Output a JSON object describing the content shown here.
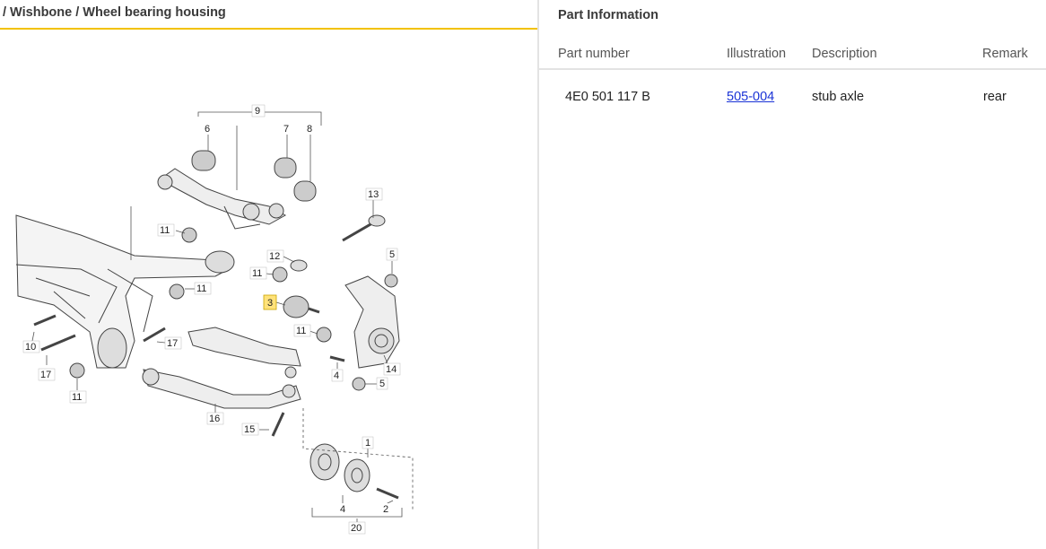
{
  "breadcrumb": "/ Wishbone / Wheel bearing housing",
  "part_info": {
    "title": "Part Information",
    "columns": {
      "part_number": "Part number",
      "illustration": "Illustration",
      "description": "Description",
      "remark": "Remark"
    },
    "rows": [
      {
        "part_number": "4E0 501 117 B",
        "illustration": "505-004",
        "description": "stub axle",
        "remark": "rear"
      }
    ]
  },
  "diagram": {
    "labels": {
      "l9": "9",
      "l6": "6",
      "l7": "7",
      "l8": "8",
      "l13": "13",
      "l11a": "11",
      "l12": "12",
      "l5a": "5",
      "l11b": "11",
      "l11c": "11",
      "l3": "3",
      "l11d": "11",
      "l10": "10",
      "l17a": "17",
      "l17b": "17",
      "l14": "14",
      "l4a": "4",
      "l5b": "5",
      "l11e": "11",
      "l16": "16",
      "l15": "15",
      "l1": "1",
      "l4b": "4",
      "l2": "2",
      "l20": "20"
    },
    "colors": {
      "highlight": "#ffe27a",
      "accent": "#f2c200",
      "link": "#1a33d6"
    }
  }
}
